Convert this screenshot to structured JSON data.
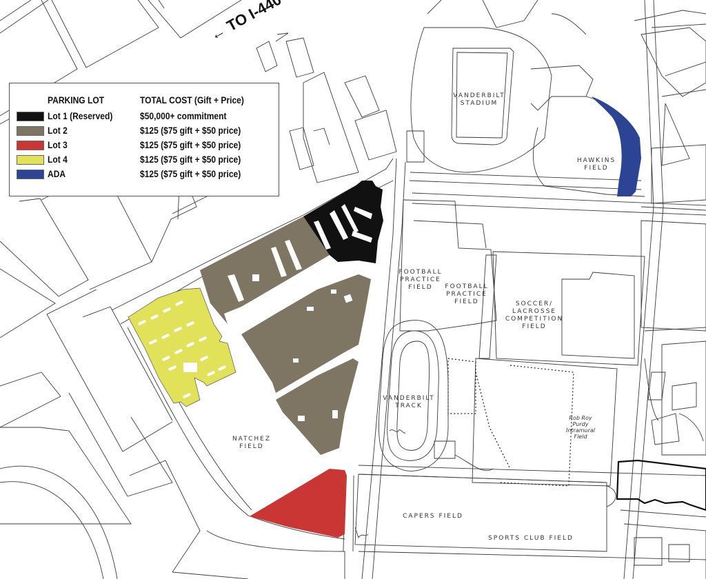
{
  "map": {
    "direction_label": "← TO I-440",
    "legend": {
      "header_lot": "PARKING LOT",
      "header_cost": "TOTAL COST (Gift + Price)",
      "items": [
        {
          "name": "Lot 1 (Reserved)",
          "cost": "$50,000+ commitment",
          "color": "#111111"
        },
        {
          "name": "Lot 2",
          "cost": "$125 ($75 gift + $50 price)",
          "color": "#7f7563"
        },
        {
          "name": "Lot 3",
          "cost": "$125 ($75 gift + $50 price)",
          "color": "#c93633"
        },
        {
          "name": "Lot 4",
          "cost": "$125 ($75 gift + $50 price)",
          "color": "#e2e25a"
        },
        {
          "name": "ADA",
          "cost": "$125 ($75 gift + $50 price)",
          "color": "#2b4494"
        }
      ]
    },
    "field_labels": {
      "stadium": "VANDERBILT\nSTADIUM",
      "hawkins": "HAWKINS\nFIELD",
      "practice1": "FOOTBALL\nPRACTICE\nFIELD",
      "practice2": "FOOTBALL\nPRACTICE\nFIELD",
      "soccer": "SOCCER/\nLACROSSE\nCOMPETITION\nFIELD",
      "track": "VANDERBILT\nTRACK",
      "intramural": "Rob Roy\nPurdy\nIntramural\nField",
      "natchez": "NATCHEZ\nFIELD",
      "capers": "CAPERS FIELD",
      "sports_club": "SPORTS CLUB FIELD"
    }
  }
}
